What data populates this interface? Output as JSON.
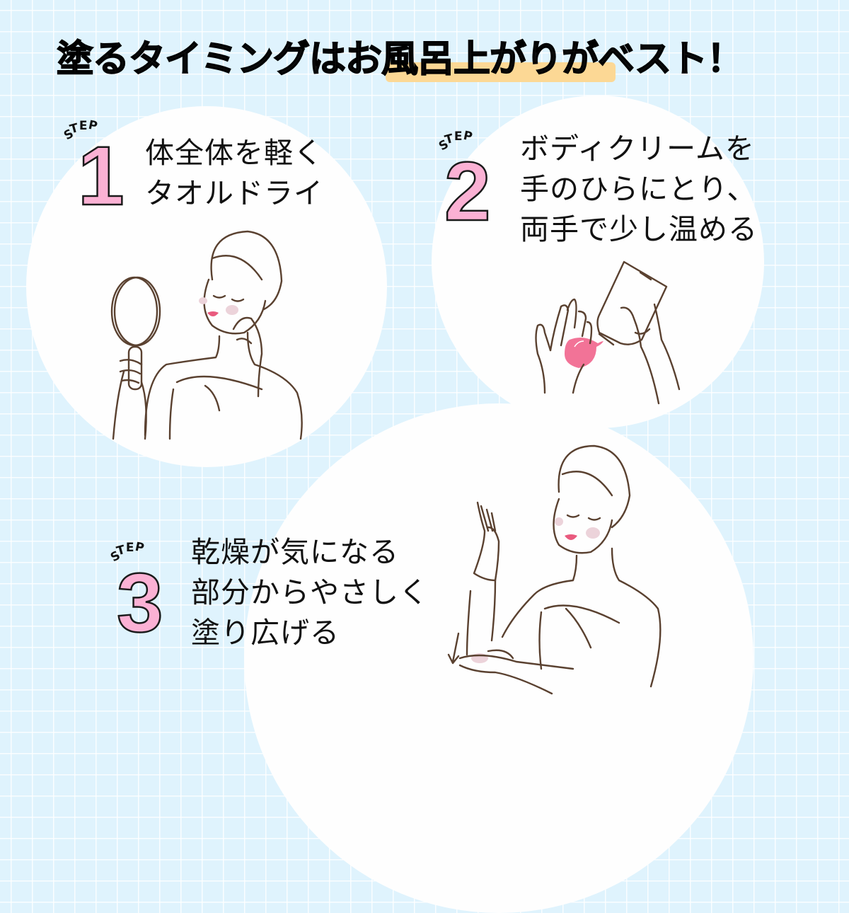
{
  "header": {
    "title": "塗るタイミングはお風呂上がりがベスト！",
    "highlight_text": "お風呂上がり",
    "highlight_color": "#fcd895"
  },
  "colors": {
    "background": "#dff3fd",
    "grid": "#ffffff",
    "circle": "#fefefe",
    "step_number": "#fbb1d4",
    "line_art": "#5a4130",
    "cream": "#f27397",
    "cheek": "#ecd3da",
    "mirror": "#f0dadd"
  },
  "steps": [
    {
      "label": "STEP",
      "number": "1",
      "lines": [
        "体全体を軽く",
        "タオルドライ"
      ],
      "illustration": "woman-with-towel-and-hand-mirror"
    },
    {
      "label": "STEP",
      "number": "2",
      "lines": [
        "ボディクリームを",
        "手のひらにとり、",
        "両手で少し温める"
      ],
      "illustration": "hands-with-cream-tube"
    },
    {
      "label": "STEP",
      "number": "3",
      "lines": [
        "乾燥が気になる",
        "部分からやさしく",
        "塗り広げる"
      ],
      "illustration": "woman-applying-cream-to-elbow"
    }
  ]
}
